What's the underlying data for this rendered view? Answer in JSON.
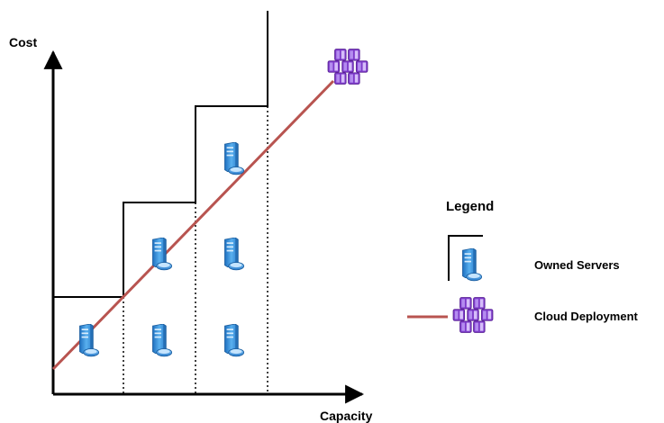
{
  "axes": {
    "y_label": "Cost",
    "x_label": "Capacity"
  },
  "legend": {
    "title": "Legend",
    "owned_servers_label": "Owned Servers",
    "cloud_deployment_label": "Cloud Deployment"
  },
  "colors": {
    "owned_step_line": "#000000",
    "cloud_line": "#b85450",
    "axis": "#000000",
    "server_icon": "#3a8fd6",
    "cloud_icon": "#8a3bd6"
  },
  "icons": {
    "server": "server-icon",
    "cloud": "cloud-cluster-icon"
  },
  "diagram": {
    "owned_server_tiers": [
      1,
      2,
      3
    ],
    "server_icons_per_column": [
      1,
      2,
      3
    ]
  }
}
